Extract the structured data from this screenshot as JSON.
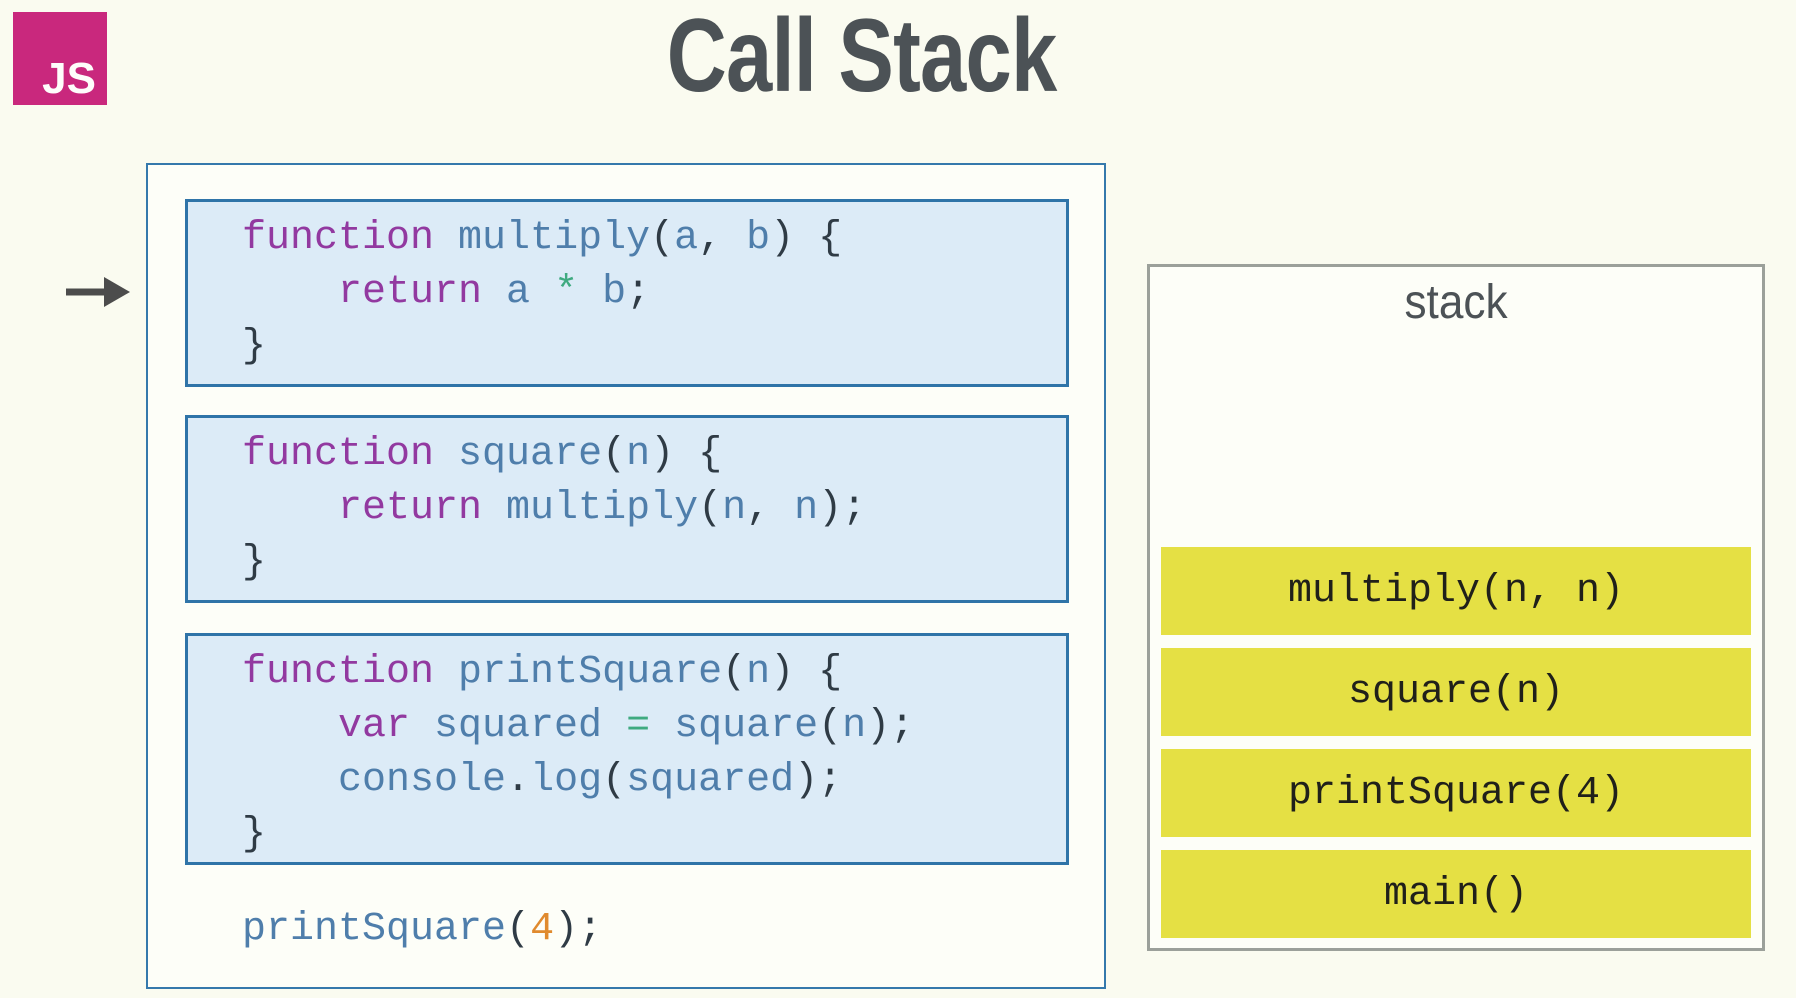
{
  "header": {
    "logo_text": "JS",
    "title": "Call Stack"
  },
  "colors": {
    "page_bg": "#FAFBF0",
    "panel_bg": "#FDFEF8",
    "logo_bg": "#C9287D",
    "heading": "#4C5256",
    "accent_blue": "#3579AC",
    "code_border": "#2F74A8",
    "code_bg": "#DCEBF7",
    "keyword": "#9239A0",
    "identifier": "#4F7EAB",
    "punctuation": "#2F3B45",
    "operator": "#3FAA80",
    "number": "#E08A2E",
    "stack_border": "#9BA09A",
    "frame_yellow": "#E5E044",
    "frame_text": "#20201A",
    "arrow": "#4C4C4C"
  },
  "code_panel": {
    "blocks": [
      {
        "name": "multiply-function",
        "lines": [
          [
            [
              "kw",
              "function "
            ],
            [
              "id",
              "multiply"
            ],
            [
              "pu",
              "("
            ],
            [
              "id",
              "a"
            ],
            [
              "pu",
              ", "
            ],
            [
              "id",
              "b"
            ],
            [
              "pu",
              ") {"
            ]
          ],
          [
            [
              "pu",
              "    "
            ],
            [
              "kw",
              "return "
            ],
            [
              "id",
              "a"
            ],
            [
              "pu",
              " "
            ],
            [
              "op",
              "*"
            ],
            [
              "pu",
              " "
            ],
            [
              "id",
              "b"
            ],
            [
              "pu",
              ";"
            ]
          ],
          [
            [
              "pu",
              "}"
            ]
          ]
        ]
      },
      {
        "name": "square-function",
        "lines": [
          [
            [
              "kw",
              "function "
            ],
            [
              "id",
              "square"
            ],
            [
              "pu",
              "("
            ],
            [
              "id",
              "n"
            ],
            [
              "pu",
              ") {"
            ]
          ],
          [
            [
              "pu",
              "    "
            ],
            [
              "kw",
              "return "
            ],
            [
              "id",
              "multiply"
            ],
            [
              "pu",
              "("
            ],
            [
              "id",
              "n"
            ],
            [
              "pu",
              ", "
            ],
            [
              "id",
              "n"
            ],
            [
              "pu",
              ");"
            ]
          ],
          [
            [
              "pu",
              "}"
            ]
          ]
        ]
      },
      {
        "name": "printSquare-function",
        "lines": [
          [
            [
              "kw",
              "function "
            ],
            [
              "id",
              "printSquare"
            ],
            [
              "pu",
              "("
            ],
            [
              "id",
              "n"
            ],
            [
              "pu",
              ") {"
            ]
          ],
          [
            [
              "pu",
              "    "
            ],
            [
              "kw",
              "var "
            ],
            [
              "id",
              "squared"
            ],
            [
              "pu",
              " "
            ],
            [
              "op",
              "="
            ],
            [
              "pu",
              " "
            ],
            [
              "id",
              "square"
            ],
            [
              "pu",
              "("
            ],
            [
              "id",
              "n"
            ],
            [
              "pu",
              ");"
            ]
          ],
          [
            [
              "pu",
              "    "
            ],
            [
              "id",
              "console"
            ],
            [
              "pu",
              "."
            ],
            [
              "id",
              "log"
            ],
            [
              "pu",
              "("
            ],
            [
              "id",
              "squared"
            ],
            [
              "pu",
              ");"
            ]
          ],
          [
            [
              "pu",
              "}"
            ]
          ]
        ]
      }
    ],
    "call_statement": [
      [
        [
          "id",
          "printSquare"
        ],
        [
          "pu",
          "("
        ],
        [
          "num",
          "4"
        ],
        [
          "pu",
          ");"
        ]
      ]
    ]
  },
  "stack_panel": {
    "label": "stack",
    "frames": [
      "multiply(n, n)",
      "square(n)",
      "printSquare(4)",
      "main()"
    ]
  }
}
